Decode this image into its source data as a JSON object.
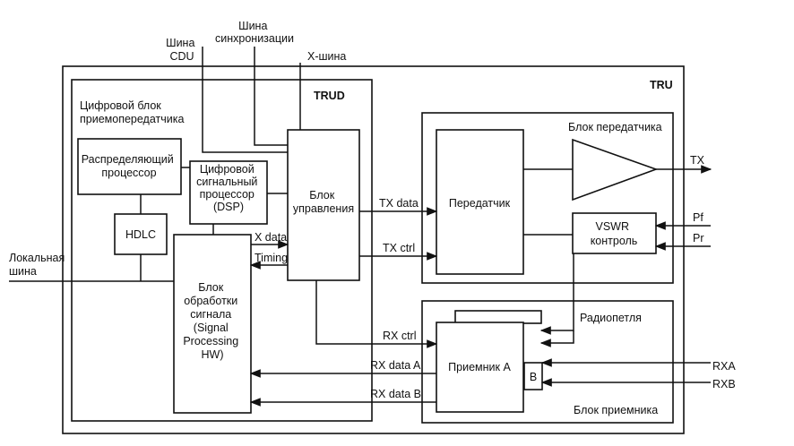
{
  "labels": {
    "bus_cdu": [
      "Шина",
      "CDU"
    ],
    "bus_sync": [
      "Шина",
      "синхронизации"
    ],
    "bus_x": "X-шина",
    "tru": "TRU",
    "trud": "TRUD",
    "digital_block": [
      "Цифровой блок",
      "приемопередатчика"
    ],
    "dist_proc": [
      "Распределяющий",
      "процессор"
    ],
    "hdlc": "HDLC",
    "dsp": [
      "Цифровой",
      "сигнальный",
      "процессор",
      "(DSP)"
    ],
    "control_block": [
      "Блок",
      "управления"
    ],
    "sp_block": [
      "Блок",
      "обработки",
      "сигнала",
      "(Signal",
      "Processing",
      "HW)"
    ],
    "local_bus": [
      "Локальная",
      "шина"
    ],
    "x_data": "X data",
    "timing": "Timing",
    "tx_data": "TX data",
    "tx_ctrl": "TX ctrl",
    "rx_ctrl": "RX ctrl",
    "rx_data_a": "RX data A",
    "rx_data_b": "RX data B",
    "tx_block": "Блок передатчика",
    "transmitter": "Передатчик",
    "vswr": [
      "VSWR",
      "контроль"
    ],
    "tx": "TX",
    "pf": "Pf",
    "pr": "Pr",
    "radio_loop": "Радиопетля",
    "receiver_a": "Приемник A",
    "b": "B",
    "rxa": "RXA",
    "rxb": "RXB",
    "rx_block": "Блок приемника"
  }
}
